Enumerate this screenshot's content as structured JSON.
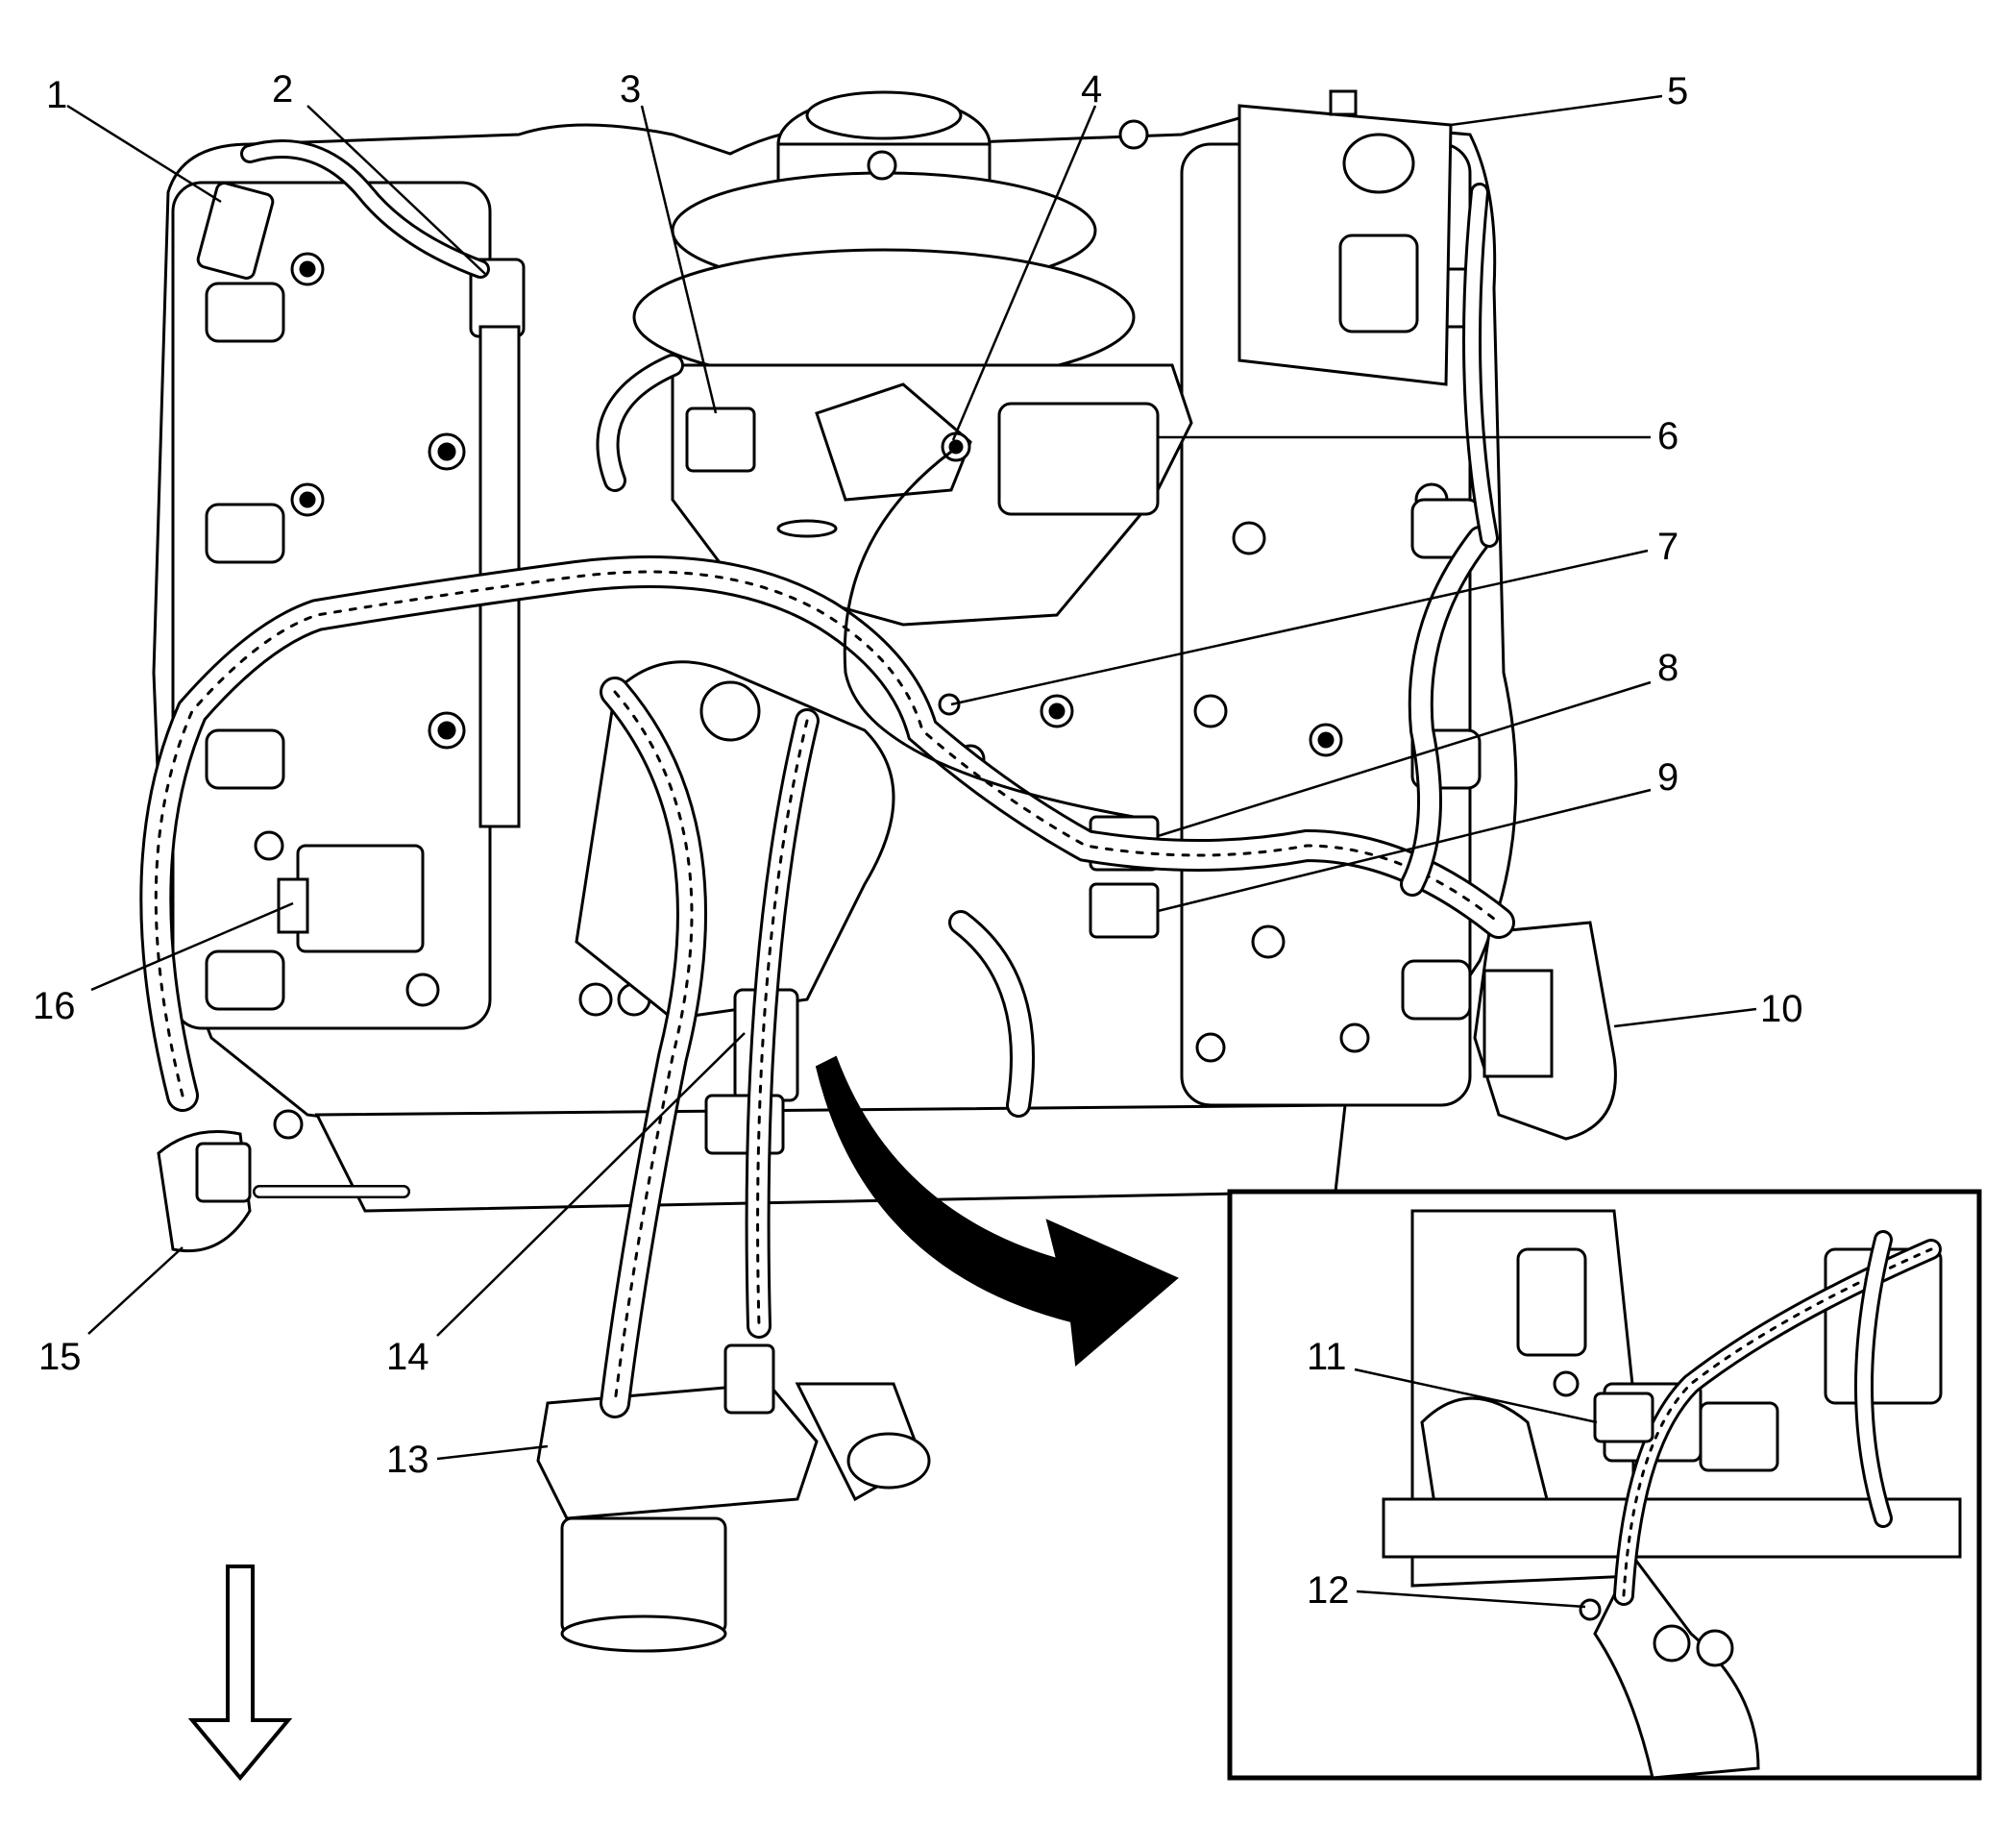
{
  "callouts": [
    {
      "id": "1",
      "label": "1"
    },
    {
      "id": "2",
      "label": "2"
    },
    {
      "id": "3",
      "label": "3"
    },
    {
      "id": "4",
      "label": "4"
    },
    {
      "id": "5",
      "label": "5"
    },
    {
      "id": "6",
      "label": "6"
    },
    {
      "id": "7",
      "label": "7"
    },
    {
      "id": "8",
      "label": "8"
    },
    {
      "id": "9",
      "label": "9"
    },
    {
      "id": "10",
      "label": "10"
    },
    {
      "id": "11",
      "label": "11"
    },
    {
      "id": "12",
      "label": "12"
    },
    {
      "id": "13",
      "label": "13"
    },
    {
      "id": "14",
      "label": "14"
    },
    {
      "id": "15",
      "label": "15"
    },
    {
      "id": "16",
      "label": "16"
    }
  ],
  "colors": {
    "ink": "#000000",
    "paper": "#ffffff",
    "shade": "#e6e6e6"
  },
  "icons": {
    "front_arrow": "down-arrow-icon",
    "detail_arrow": "curved-arrow-icon"
  }
}
